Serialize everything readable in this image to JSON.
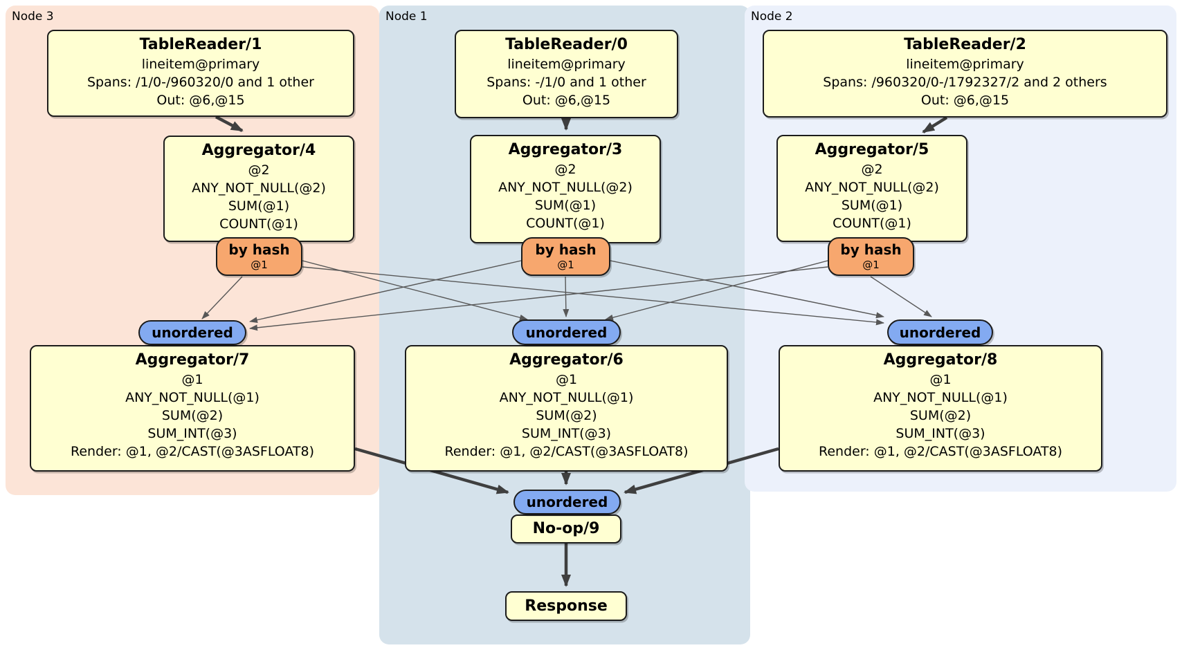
{
  "regions": {
    "node3": {
      "label": "Node 3"
    },
    "node1": {
      "label": "Node 1"
    },
    "node2": {
      "label": "Node 2"
    }
  },
  "processors": {
    "tr1": {
      "title": "TableReader/1",
      "lines": [
        "lineitem@primary",
        "Spans: /1/0-/960320/0 and 1 other",
        "Out: @6,@15"
      ]
    },
    "tr0": {
      "title": "TableReader/0",
      "lines": [
        "lineitem@primary",
        "Spans: -/1/0 and 1 other",
        "Out: @6,@15"
      ]
    },
    "tr2": {
      "title": "TableReader/2",
      "lines": [
        "lineitem@primary",
        "Spans: /960320/0-/1792327/2 and 2 others",
        "Out: @6,@15"
      ]
    },
    "agg4": {
      "title": "Aggregator/4",
      "lines": [
        "@2",
        "ANY_NOT_NULL(@2)",
        "SUM(@1)",
        "COUNT(@1)"
      ]
    },
    "agg3": {
      "title": "Aggregator/3",
      "lines": [
        "@2",
        "ANY_NOT_NULL(@2)",
        "SUM(@1)",
        "COUNT(@1)"
      ]
    },
    "agg5": {
      "title": "Aggregator/5",
      "lines": [
        "@2",
        "ANY_NOT_NULL(@2)",
        "SUM(@1)",
        "COUNT(@1)"
      ]
    },
    "agg7": {
      "title": "Aggregator/7",
      "lines": [
        "@1",
        "ANY_NOT_NULL(@1)",
        "SUM(@2)",
        "SUM_INT(@3)",
        "Render: @1, @2/CAST(@3ASFLOAT8)"
      ]
    },
    "agg6": {
      "title": "Aggregator/6",
      "lines": [
        "@1",
        "ANY_NOT_NULL(@1)",
        "SUM(@2)",
        "SUM_INT(@3)",
        "Render: @1, @2/CAST(@3ASFLOAT8)"
      ]
    },
    "agg8": {
      "title": "Aggregator/8",
      "lines": [
        "@1",
        "ANY_NOT_NULL(@1)",
        "SUM(@2)",
        "SUM_INT(@3)",
        "Render: @1, @2/CAST(@3ASFLOAT8)"
      ]
    },
    "noop": {
      "title": "No-op/9"
    },
    "response": {
      "title": "Response"
    }
  },
  "routers": {
    "r4": {
      "label": "by hash",
      "detail": "@1"
    },
    "r3": {
      "label": "by hash",
      "detail": "@1"
    },
    "r5": {
      "label": "by hash",
      "detail": "@1"
    }
  },
  "streams": {
    "left": {
      "label": "unordered"
    },
    "middle": {
      "label": "unordered"
    },
    "right": {
      "label": "unordered"
    },
    "final": {
      "label": "unordered"
    }
  },
  "colors": {
    "node3_bg": "#fce4d7",
    "node1_bg": "#d5e2eb",
    "node2_bg": "#ecf1fb",
    "box_fill": "#ffffd2",
    "box_border": "#1b1b1b",
    "router_fill": "#f7a76e",
    "stream_fill": "#83aaf1",
    "edge_thin": "#575757",
    "edge_thick": "#3f3f3f"
  }
}
